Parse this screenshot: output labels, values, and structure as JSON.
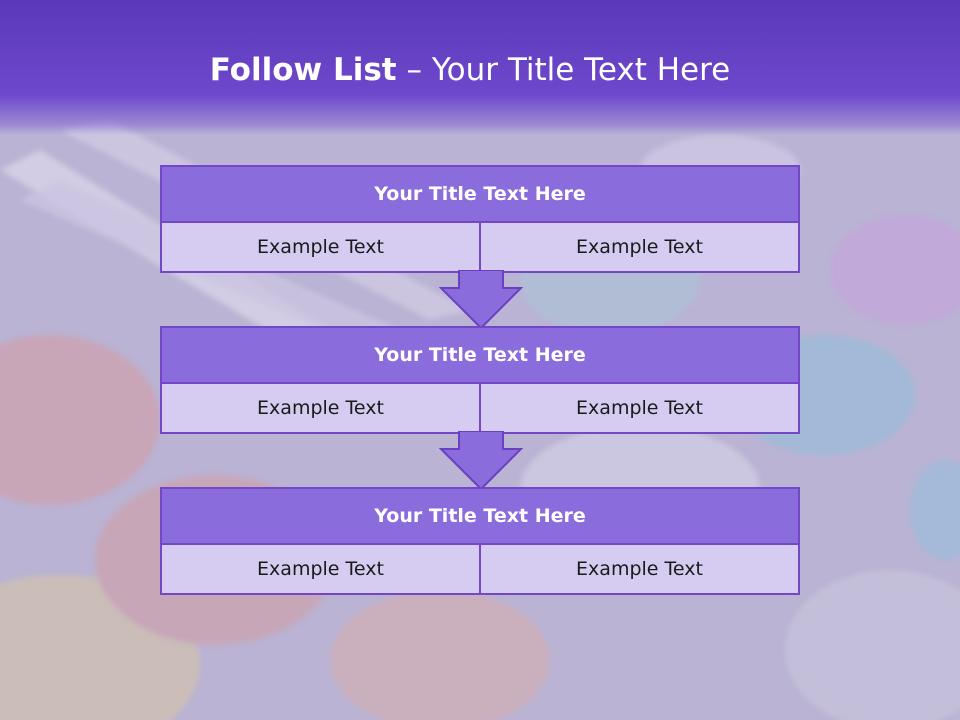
{
  "slide": {
    "title_bold": "Follow List",
    "title_rest": " – Your Title Text Here"
  },
  "steps": [
    {
      "title": "Your Title Text Here",
      "left": "Example Text",
      "right": "Example Text"
    },
    {
      "title": "Your Title Text Here",
      "left": "Example Text",
      "right": "Example Text"
    },
    {
      "title": "Your Title Text Here",
      "left": "Example Text",
      "right": "Example Text"
    }
  ],
  "colors": {
    "header": "#6e48cc",
    "box_border": "#7446c8",
    "box_title_fill": "#8a6cdc",
    "box_cell_fill": "#d6ccf2",
    "arrow_fill": "#8a6cdc"
  },
  "icons": {
    "connector": "down-arrow-icon"
  }
}
